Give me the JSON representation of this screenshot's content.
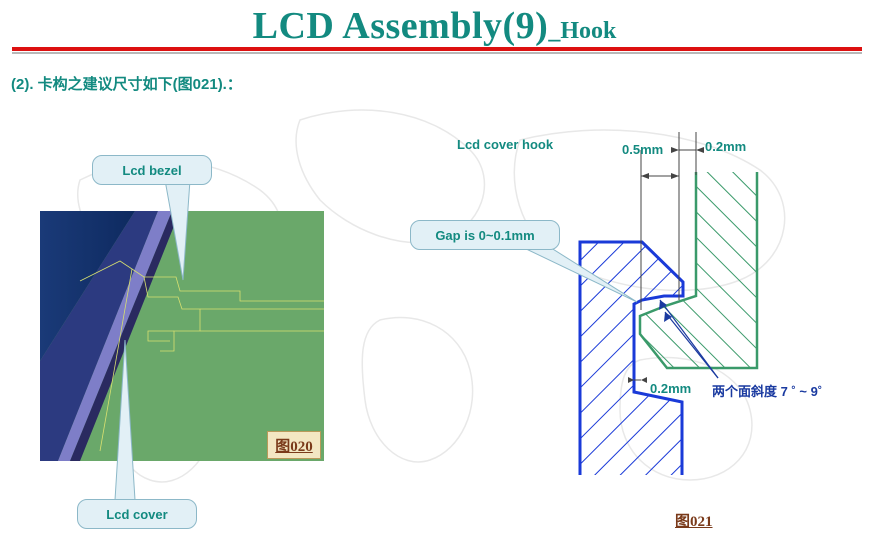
{
  "title": {
    "main": "LCD   Assembly(9)",
    "suffix": "_Hook"
  },
  "subtitle": "(2). 卡构之建议尺寸如下(图021).：",
  "figure020": {
    "label": "图020",
    "callout_bezel": "Lcd bezel",
    "callout_cover": "Lcd cover"
  },
  "figure021": {
    "label": "图021",
    "hook_label": "Lcd cover hook",
    "dim_05": "0.5mm",
    "dim_02_top": "0.2mm",
    "gap_label": "Gap is 0~0.1mm",
    "dim_02_bottom": "0.2mm",
    "slope_label": "两个面斜度 7 ˚ ~ 9˚"
  },
  "colors": {
    "accent": "#138a80",
    "rule": "#dd1010",
    "hook_blue": "#1a3ad8",
    "bezel_green": "#3a9a6a",
    "photo_green": "#6aa86a"
  }
}
